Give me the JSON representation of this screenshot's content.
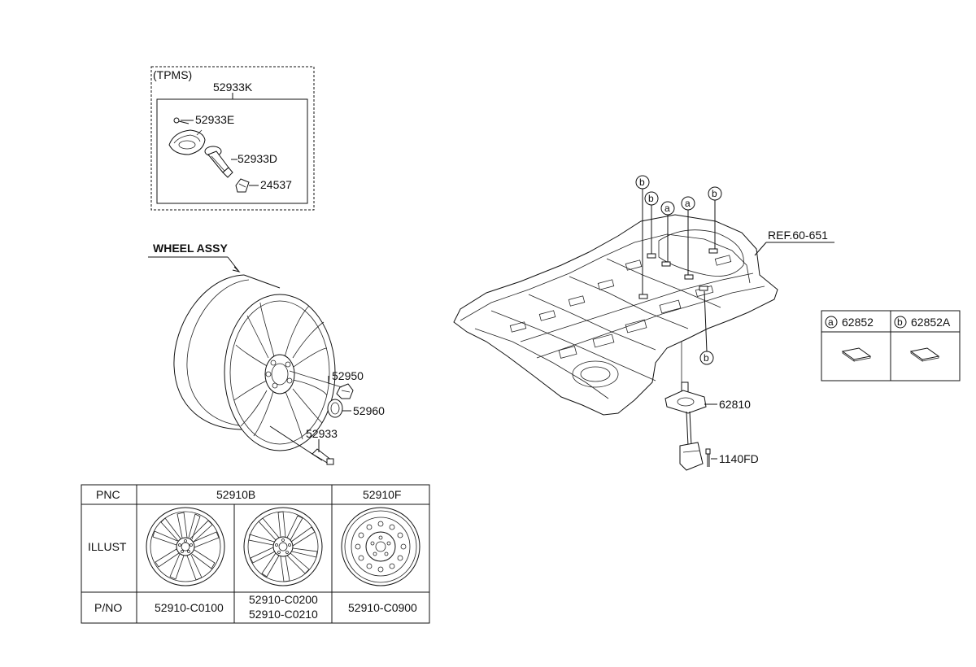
{
  "tpms": {
    "group_label": "(TPMS)",
    "kit_part": "52933K",
    "parts": [
      "52933E",
      "52933D",
      "24537"
    ]
  },
  "wheel": {
    "title": "WHEEL ASSY",
    "parts": [
      "52950",
      "52960",
      "52933"
    ]
  },
  "floor": {
    "ref": "REF.60-651",
    "callouts": [
      "b",
      "b",
      "a",
      "a",
      "b",
      "b"
    ],
    "parts": [
      "62810",
      "1140FD"
    ]
  },
  "legend": {
    "items": [
      {
        "letter": "a",
        "part": "62852"
      },
      {
        "letter": "b",
        "part": "62852A"
      }
    ]
  },
  "table": {
    "row_labels": [
      "PNC",
      "ILLUST",
      "P/NO"
    ],
    "pnc": [
      "52910B",
      "52910F"
    ],
    "pno": [
      "52910-C0100",
      "52910-C0200",
      "52910-C0210",
      "52910-C0900"
    ]
  }
}
